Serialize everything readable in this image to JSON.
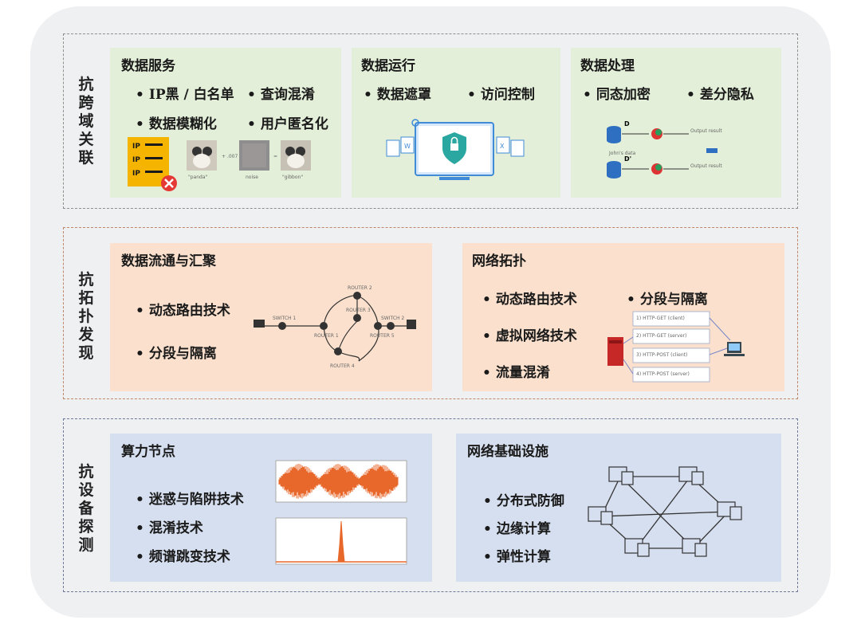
{
  "rows": [
    {
      "label": [
        "抗",
        "跨",
        "域",
        "关",
        "联"
      ],
      "panels": [
        {
          "title": "数据服务",
          "items": [
            "IP黑 / 白名单",
            "查询混淆",
            "数据模糊化",
            "用户匿名化"
          ],
          "figure": {
            "ip": "IP",
            "captions": [
              "\"panda\"",
              "noise",
              "\"gibbon\""
            ]
          }
        },
        {
          "title": "数据运行",
          "items": [
            "数据遮罩",
            "访问控制"
          ]
        },
        {
          "title": "数据处理",
          "items": [
            "同态加密",
            "差分隐私"
          ],
          "figure": {
            "d1": "D",
            "d2": "D'",
            "johns": "John's data",
            "out1": "Output result",
            "out2": "Output result"
          }
        }
      ]
    },
    {
      "label": [
        "抗",
        "拓",
        "扑",
        "发",
        "现"
      ],
      "panels": [
        {
          "title": "数据流通与汇聚",
          "items": [
            "动态路由技术",
            "分段与隔离"
          ],
          "figure": {
            "switch1": "SWITCH 1",
            "switch2": "SWITCH 2",
            "router1": "ROUTER 1",
            "router2": "ROUTER 2",
            "router3": "ROUTER 3",
            "router4": "ROUTER 4",
            "router5": "ROUTER 5"
          }
        },
        {
          "title": "网络拓扑",
          "items": [
            "动态路由技术",
            "分段与隔离",
            "虚拟网络技术",
            "流量混淆"
          ],
          "figure": {
            "msgs": [
              "1) HTTP-GET (client)",
              "2) HTTP-GET (server)",
              "3) HTTP-POST (client)",
              "4) HTTP-POST (server)"
            ]
          }
        }
      ]
    },
    {
      "label": [
        "抗",
        "设",
        "备",
        "探",
        "测"
      ],
      "panels": [
        {
          "title": "算力节点",
          "items": [
            "迷惑与陷阱技术",
            "混淆技术",
            "频谱跳变技术"
          ]
        },
        {
          "title": "网络基础设施",
          "items": [
            "分布式防御",
            "边缘计算",
            "弹性计算"
          ]
        }
      ]
    }
  ],
  "colors": {
    "green_panel": "#e3efd8",
    "orange_panel": "#fbe1cd",
    "blue_panel": "#d6dfef",
    "signal": "#e8672a",
    "shield": "#2aa7a0"
  }
}
